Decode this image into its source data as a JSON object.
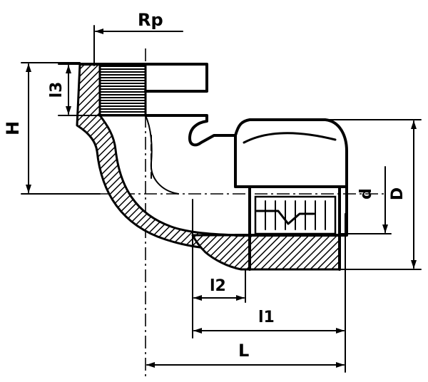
{
  "labels": {
    "rp": "Rp",
    "l3": "l3",
    "h": "H",
    "d_small": "d",
    "d_large": "D",
    "l2": "l2",
    "l1": "l1",
    "l_total": "L"
  }
}
